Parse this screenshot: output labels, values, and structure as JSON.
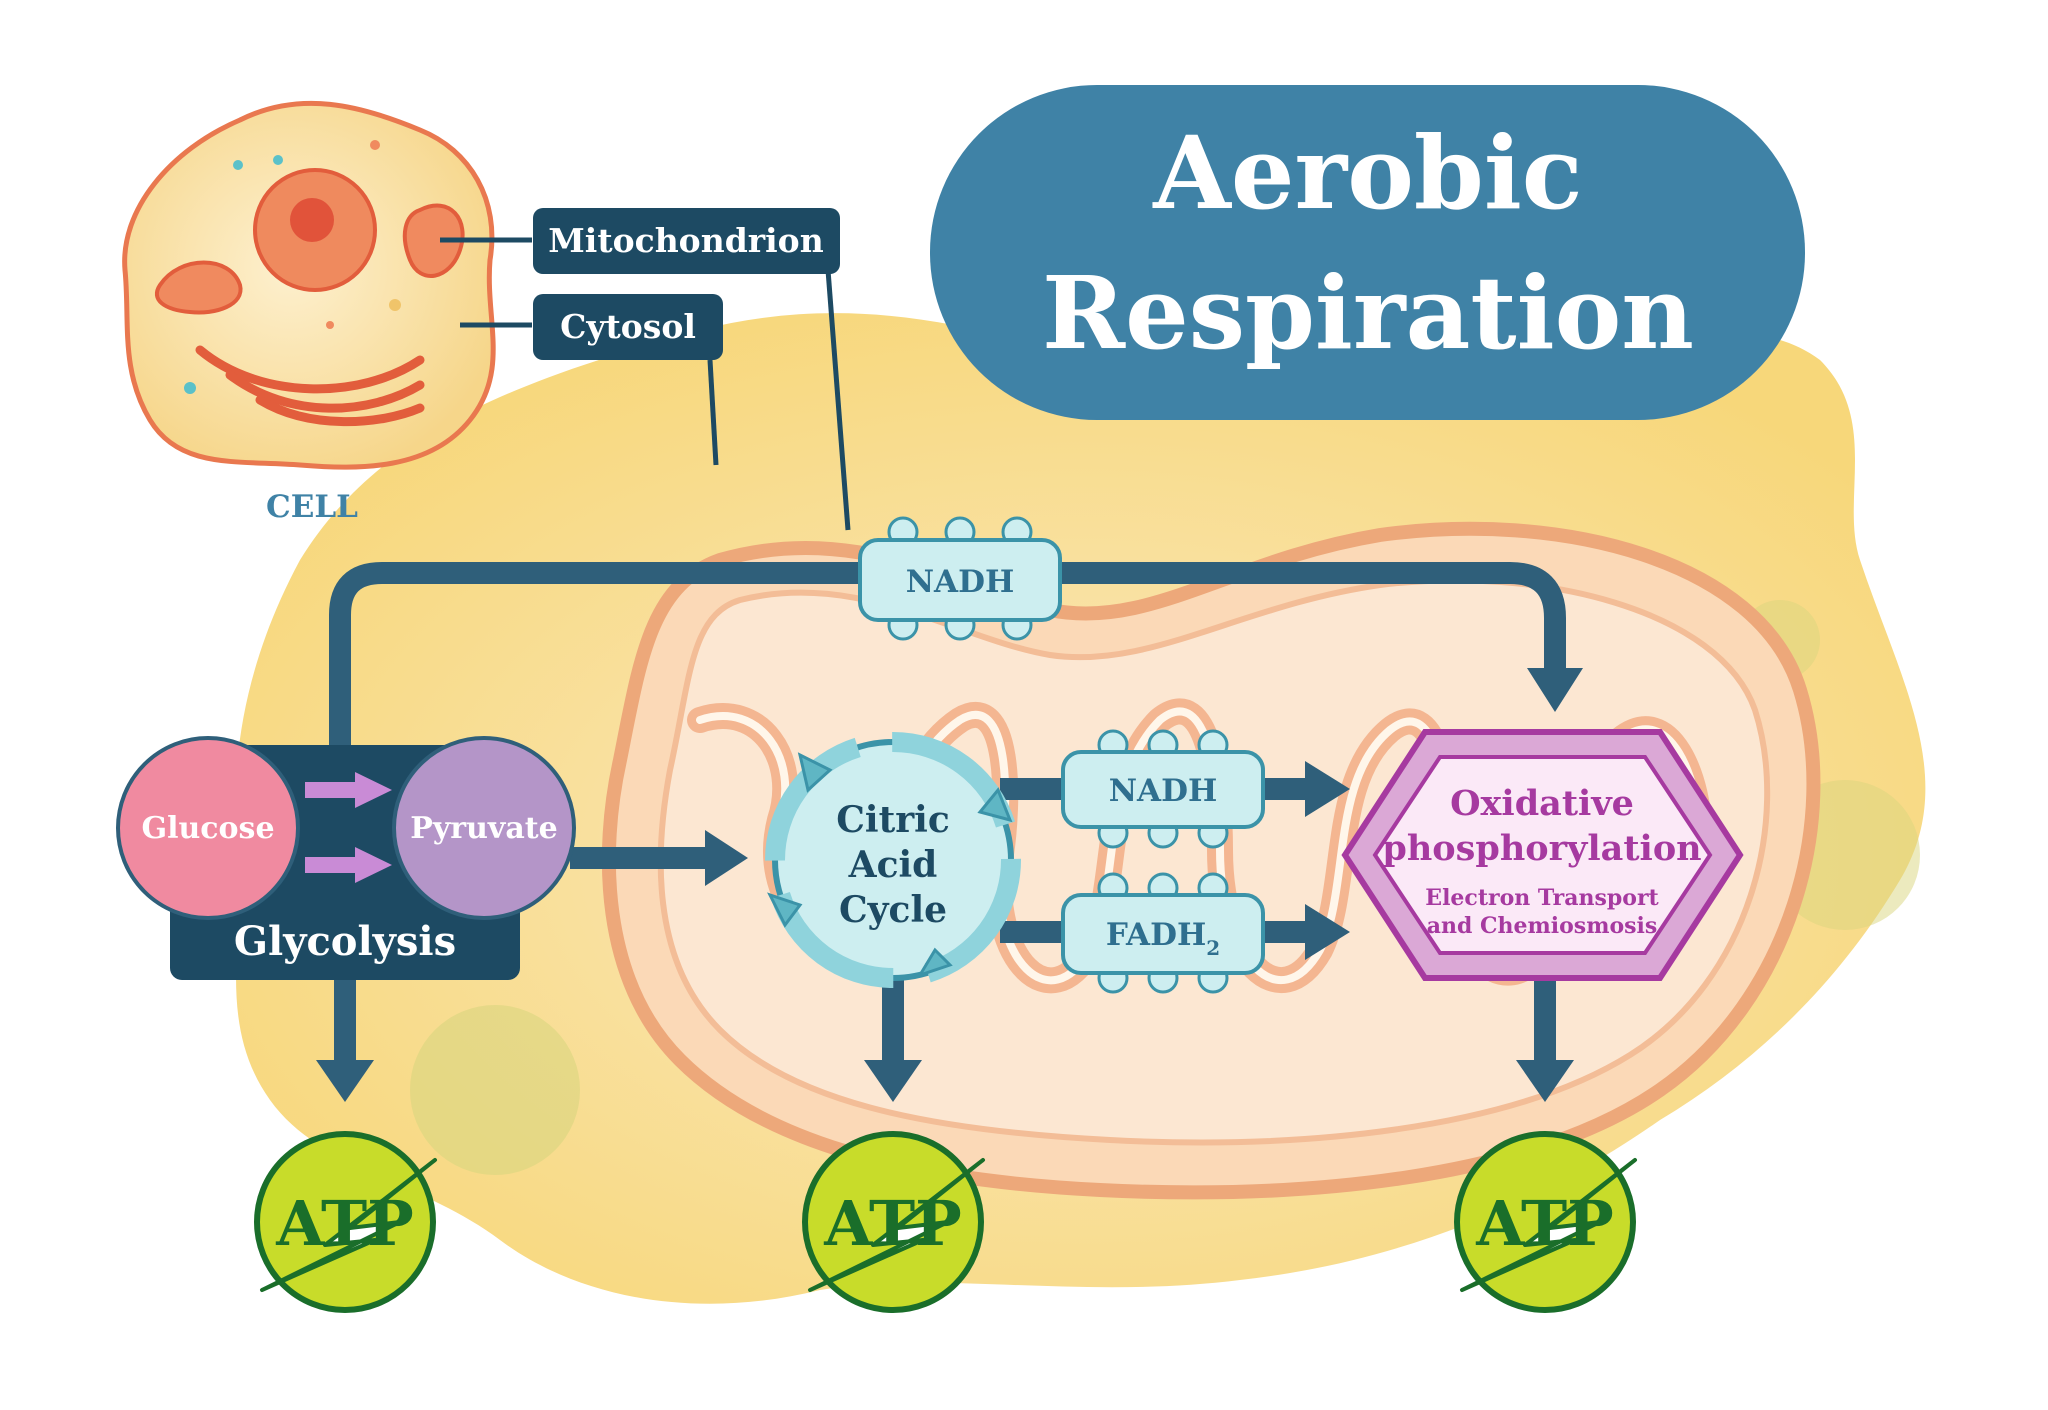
{
  "title": {
    "line1": "Aerobic",
    "line2": "Respiration"
  },
  "cell": {
    "label": "CELL"
  },
  "callouts": {
    "mitochondrion": "Mitochondrion",
    "cytosol": "Cytosol"
  },
  "glycolysis": {
    "glucose": "Glucose",
    "pyruvate": "Pyruvate",
    "label": "Glycolysis"
  },
  "citric": {
    "line1": "Citric",
    "line2": "Acid",
    "line3": "Cycle"
  },
  "carriers": {
    "nadh_top": "NADH",
    "nadh": "NADH",
    "fadh_main": "FADH",
    "fadh_sub": "2"
  },
  "oxidative": {
    "line1": "Oxidative",
    "line2": "phosphorylation",
    "sub1": "Electron Transport",
    "sub2": "and Chemiosmosis"
  },
  "atp": {
    "left": "ATP",
    "middle": "ATP",
    "right": "ATP"
  },
  "colors": {
    "title_bg": "#3f82a6",
    "dark": "#1d4a63",
    "arrow": "#2f5f7a",
    "glucose": "#f08aa0",
    "pyruvate": "#b495c8",
    "oxidative": "#a63aa0",
    "atp_fill": "#c8dc2a",
    "atp_text": "#1a6e2a",
    "mito_outer": "#f1b78f",
    "cell": "#f6d98a"
  },
  "icons": {
    "atp": "lightning-bolt-icon",
    "cycle": "cycle-arrows-icon"
  }
}
